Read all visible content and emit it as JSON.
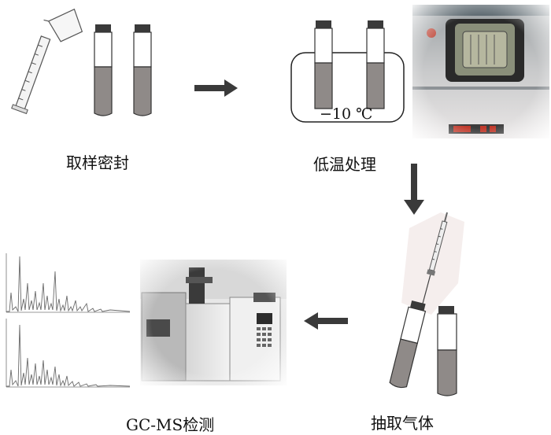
{
  "steps": {
    "sampling": "取样密封",
    "cooling": "低温处理",
    "extraction": "抽取气体",
    "detection": "GC-MS检测"
  },
  "temperature_label": "−10 ℃",
  "colors": {
    "tube_liquid": "#8f8a88",
    "tube_cap": "#3a3a3a",
    "arrow": "#3a3a3a",
    "bath_outline": "#222222",
    "chromatogram_line": "#6a6a6a"
  },
  "icons": [
    "beaker-icon",
    "graduated-cylinder-icon",
    "syringe-icon",
    "cooling-device-photo",
    "gc-ms-instrument-photo",
    "chromatogram-plot"
  ]
}
